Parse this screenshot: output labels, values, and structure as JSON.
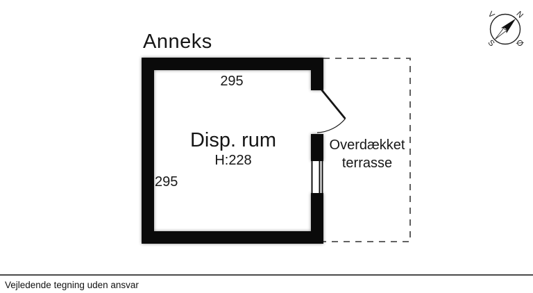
{
  "title": "Anneks",
  "room": {
    "name": "Disp. rum",
    "ceiling_height": "H:228",
    "width_dim": "295",
    "depth_dim": "295"
  },
  "terrace": {
    "label": "Overdækket terrasse"
  },
  "compass": {
    "north": "N",
    "east": "Ø",
    "south": "S",
    "west": "V"
  },
  "footer": {
    "disclaimer": "Vejledende tegning uden ansvar"
  },
  "colors": {
    "wall": "#0a0a0a",
    "line": "#161616",
    "dash_outline": "#4d4d4d",
    "background": "#ffffff"
  }
}
